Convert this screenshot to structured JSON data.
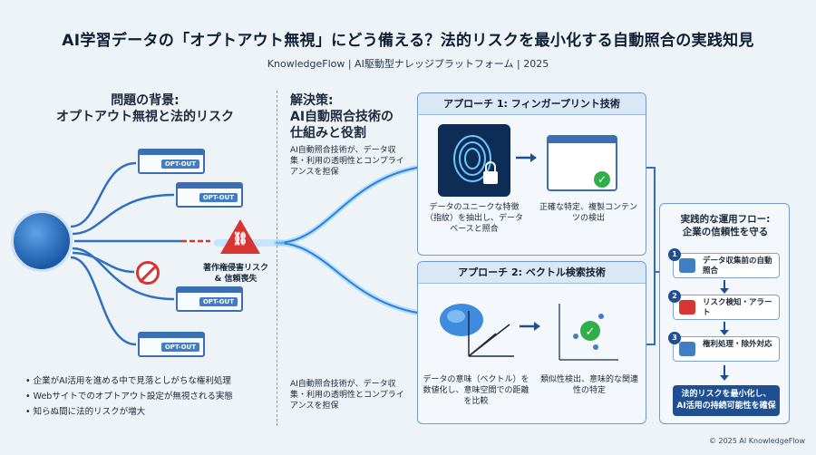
{
  "header": {
    "title": "AI学習データの「オプトアウト無視」にどう備える？法的リスクを最小化する自動照合の実践知見",
    "subtitle": "KnowledgeFlow | AI駆動型ナレッジプラットフォーム | 2025"
  },
  "left": {
    "heading_line1": "問題の背景:",
    "heading_line2": "オプトアウト無視と法的リスク",
    "optout_badge": "OPT-OUT",
    "risk_label_line1": "著作権侵害リスク",
    "risk_label_line2": "& 信頼喪失",
    "bullets": [
      "企業がAI活用を進める中で見落としがちな権利処理",
      "Webサイトでのオプトアウト設定が無視される実態",
      "知らぬ間に法的リスクが増大"
    ]
  },
  "middle": {
    "heading_line1": "解決策:",
    "heading_line2": "AI自動照合技術の",
    "heading_line3": "仕組みと役割",
    "desc_top": "AI自動照合技術が、データ収集・利用の透明性とコンプライアンスを担保",
    "desc_bottom": "AI自動照合技術が、データ収集・利用の透明性とコンプライアンスを担保"
  },
  "approach1": {
    "title": "アプローチ 1: フィンガープリント技術",
    "caption_left": "データのユニークな特徴（指紋）を抽出し、データベースと照合",
    "caption_right": "正確な特定、複製コンテンツの検出"
  },
  "approach2": {
    "title": "アプローチ 2: ベクトル検索技術",
    "caption_left": "データの意味（ベクトル）を数値化し、意味空間での距離を比較",
    "caption_right": "類似性検出、意味的な関連性の特定"
  },
  "flow": {
    "title_line1": "実践的な運用フロー:",
    "title_line2": "企業の信頼性を守る",
    "steps": [
      {
        "num": "1",
        "label": "データ収集前の自動照合"
      },
      {
        "num": "2",
        "label": "リスク検知・アラート"
      },
      {
        "num": "3",
        "label": "権利処理・除外対応"
      }
    ],
    "final_line1": "法的リスクを最小化し、",
    "final_line2": "AI活用の持続可能性を確保"
  },
  "footer": "© 2025 AI KnowledgeFlow",
  "colors": {
    "accent": "#1f4f93",
    "panel_border": "#6f9bcf",
    "danger": "#d93434",
    "success": "#2fae4a"
  }
}
